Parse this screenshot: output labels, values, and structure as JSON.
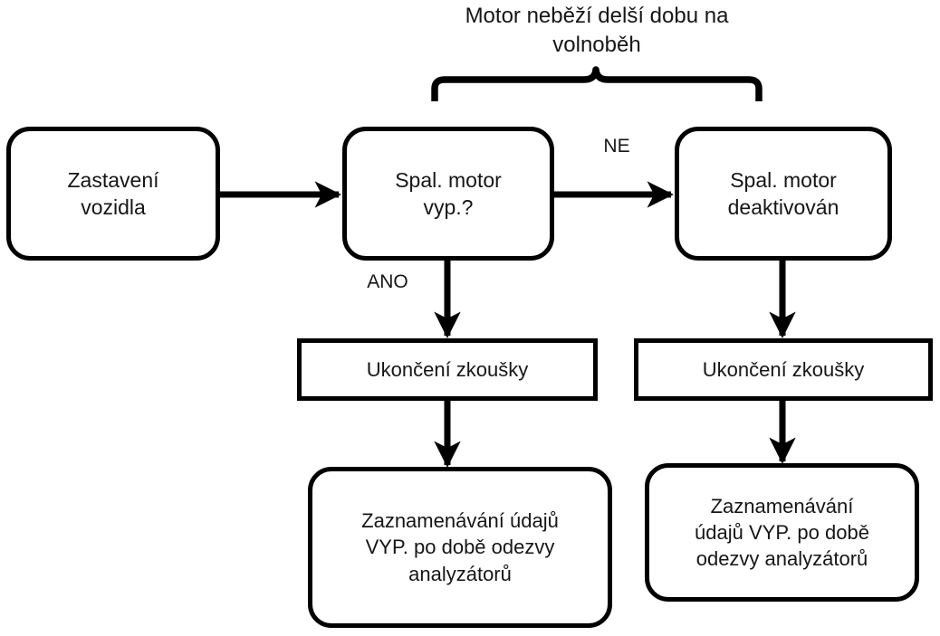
{
  "diagram": {
    "title": "Motor neběží delší dobu na volnoběh",
    "language": "cs",
    "background_color": "#ffffff",
    "line_color": "#000000",
    "text_color": "#161616"
  },
  "header": {
    "caption": "Motor neběží delší dobu na\nvolnoběh",
    "brace_name": "curly-brace-spanning-decision-and-deactivation"
  },
  "nodes": [
    {
      "id": "stop",
      "label": "Zastavení\nvozidla",
      "shape": "rounded-rectangle"
    },
    {
      "id": "engine_off",
      "label": "Spal. motor\nvyp.?",
      "shape": "rounded-rectangle"
    },
    {
      "id": "engine_deact",
      "label": "Spal. motor\ndeaktivován",
      "shape": "rounded-rectangle"
    },
    {
      "id": "end_left",
      "label": "Ukončení zkoušky",
      "shape": "rectangle"
    },
    {
      "id": "end_right",
      "label": "Ukončení zkoušky",
      "shape": "rectangle"
    },
    {
      "id": "record_left",
      "label": "Zaznamenávání údajů\nVYP. po době odezvy\nanalyzátorů",
      "shape": "rounded-rectangle"
    },
    {
      "id": "record_right",
      "label": "Zaznamenávání\núdajů VYP. po době\nodezvy analyzátorů",
      "shape": "rounded-rectangle"
    }
  ],
  "edges": [
    {
      "from": "stop",
      "to": "engine_off",
      "label": "",
      "direction": "right"
    },
    {
      "from": "engine_off",
      "to": "engine_deact",
      "label": "NE",
      "direction": "right"
    },
    {
      "from": "engine_off",
      "to": "end_left",
      "label": "ANO",
      "direction": "down"
    },
    {
      "from": "engine_deact",
      "to": "end_right",
      "label": "",
      "direction": "down"
    },
    {
      "from": "end_left",
      "to": "record_left",
      "label": "",
      "direction": "down"
    },
    {
      "from": "end_right",
      "to": "record_right",
      "label": "",
      "direction": "down"
    }
  ],
  "edge_labels": {
    "ne": "NE",
    "ano": "ANO"
  }
}
